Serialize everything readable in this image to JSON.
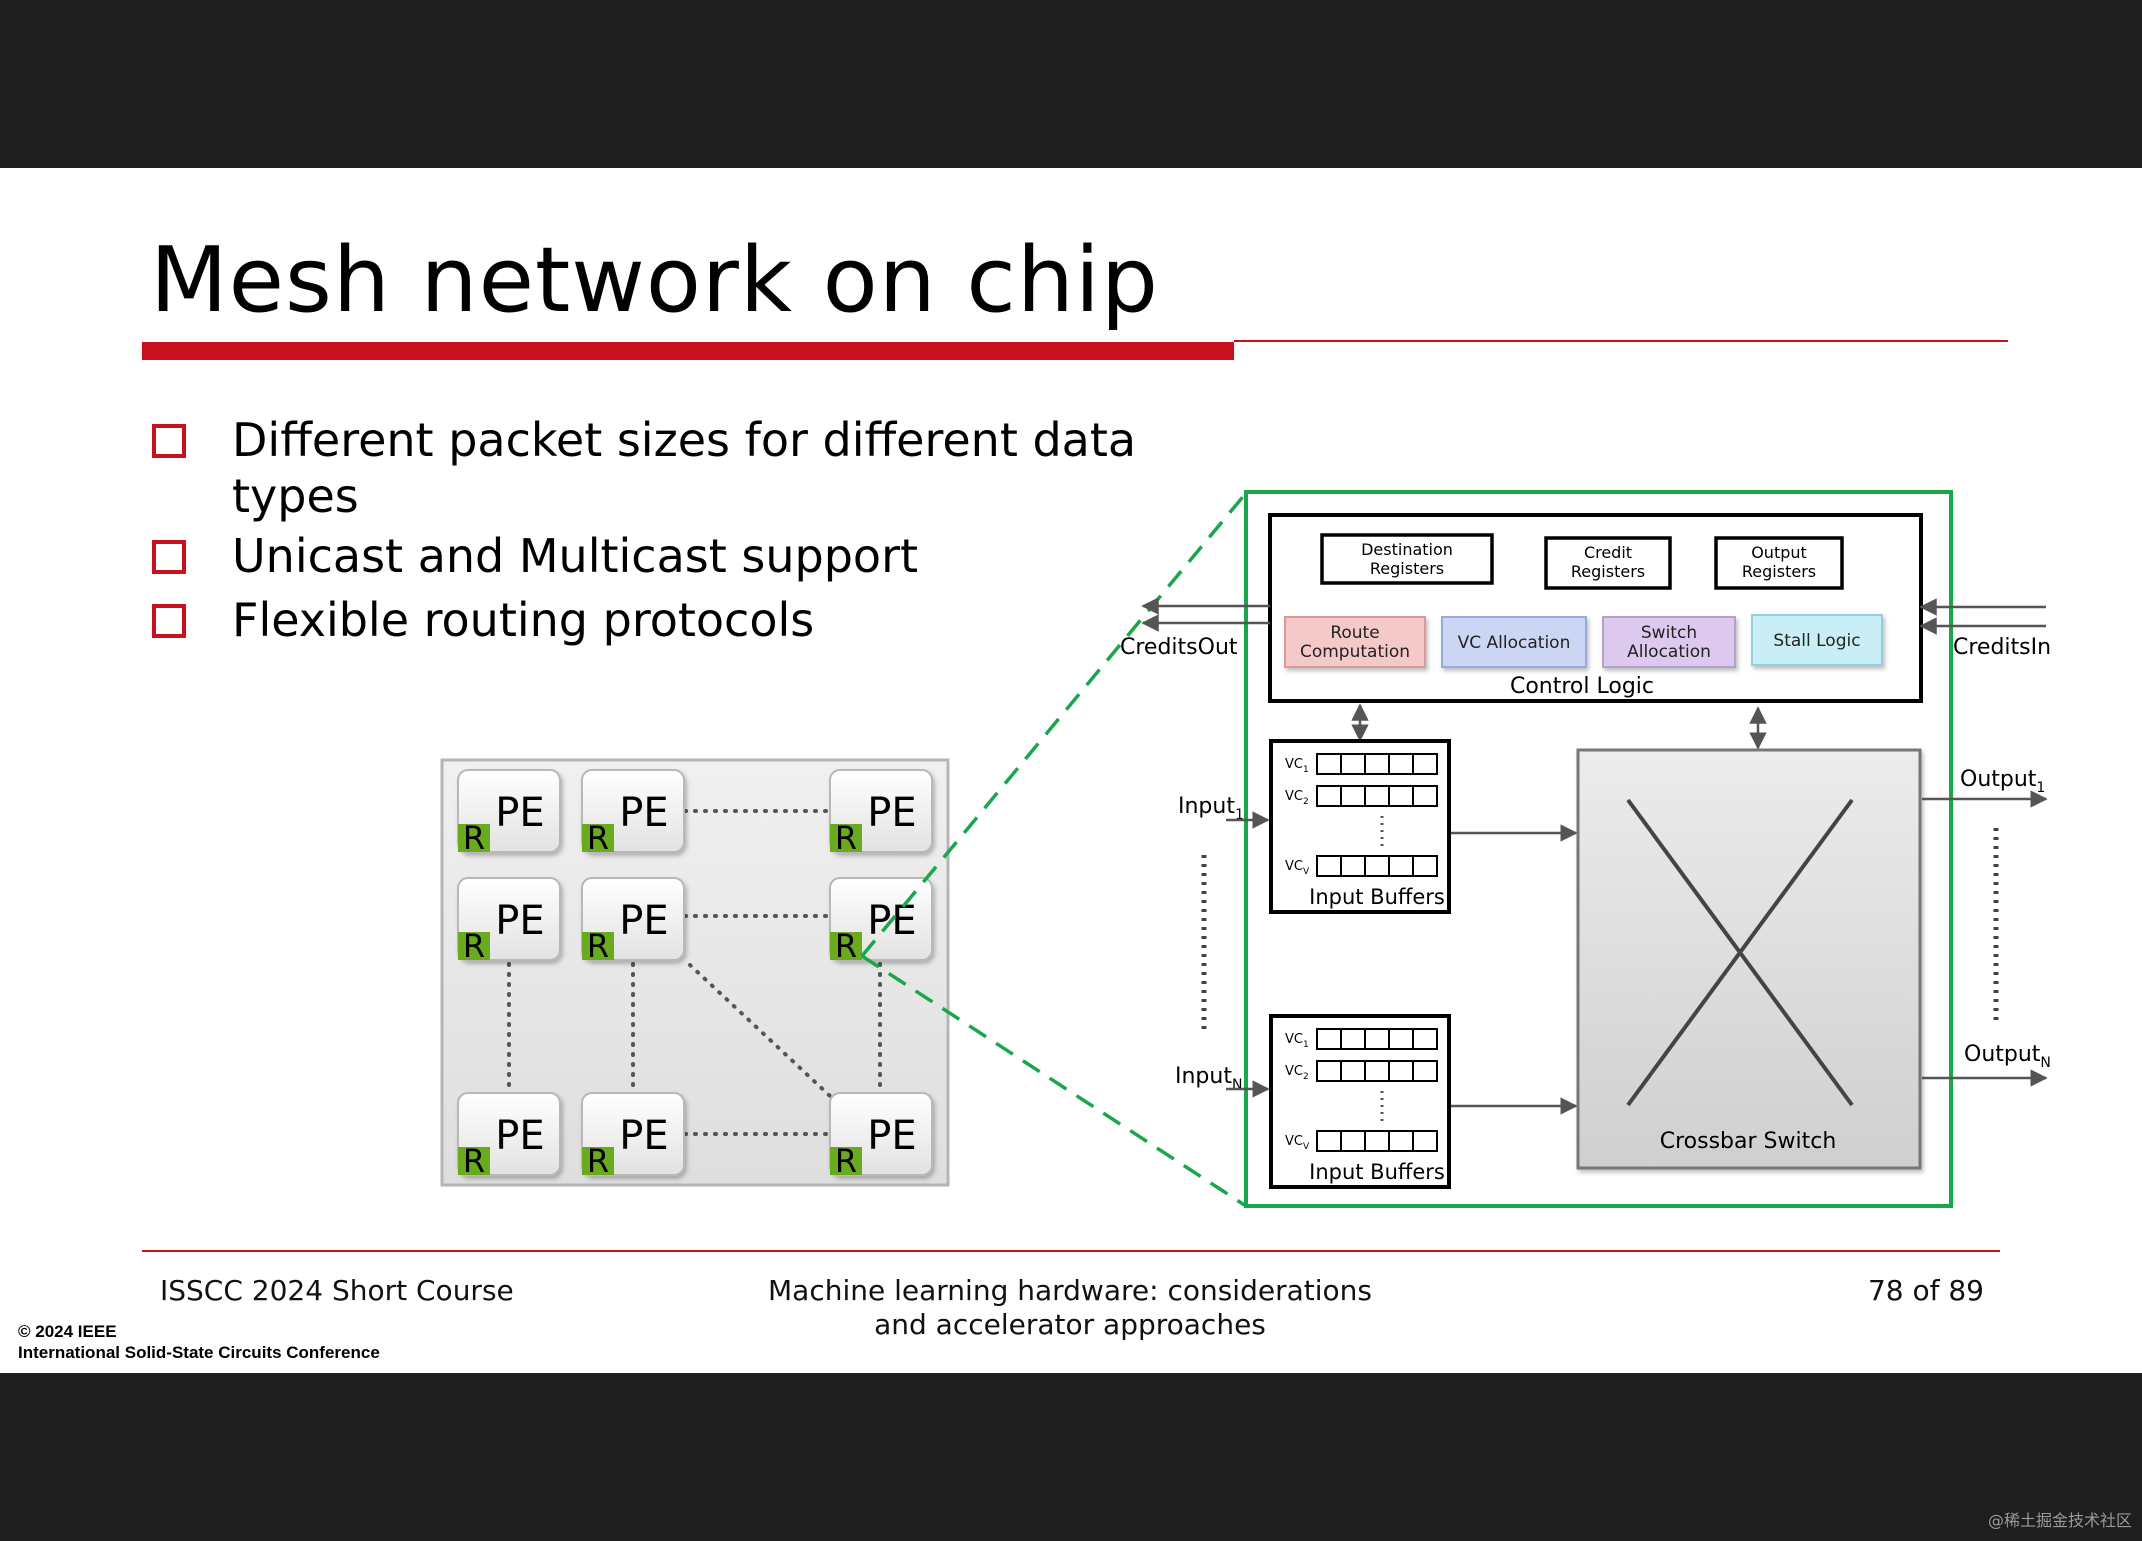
{
  "slide": {
    "title": "Mesh network on chip",
    "bullets": [
      "Different packet sizes for different data types",
      "Unicast and Multicast support",
      "Flexible routing protocols"
    ]
  },
  "mesh": {
    "pe_label": "PE",
    "router_label": "R"
  },
  "router": {
    "control_registers": [
      "Destination Registers",
      "Credit Registers",
      "Output Registers"
    ],
    "control_units": [
      "Route Computation",
      "VC Allocation",
      "Switch Allocation",
      "Stall Logic"
    ],
    "control_logic_label": "Control Logic",
    "credits_out_label": "CreditsOut",
    "credits_in_label": "CreditsIn",
    "input_1_label": "Input",
    "input_1_sub": "1",
    "input_n_label": "Input",
    "input_n_sub": "N",
    "output_1_label": "Output",
    "output_1_sub": "1",
    "output_n_label": "Output",
    "output_n_sub": "N",
    "vc_labels": [
      "VC",
      "VC",
      "VC"
    ],
    "vc_subs": [
      "1",
      "2",
      "V"
    ],
    "input_buffers_label": "Input Buffers",
    "crossbar_label": "Crossbar Switch"
  },
  "footer": {
    "left": "ISSCC 2024 Short Course",
    "center_line1": "Machine learning hardware:  considerations",
    "center_line2": "and accelerator approaches",
    "page": "78 of 89",
    "copyright_line1": "© 2024 IEEE",
    "copyright_line2": "International Solid-State Circuits Conference"
  },
  "watermark": "@稀土掘金技术社区",
  "colors": {
    "accent_red": "#c8101e",
    "router_green": "#6aaa1e",
    "zoom_green": "#1aa64a"
  }
}
